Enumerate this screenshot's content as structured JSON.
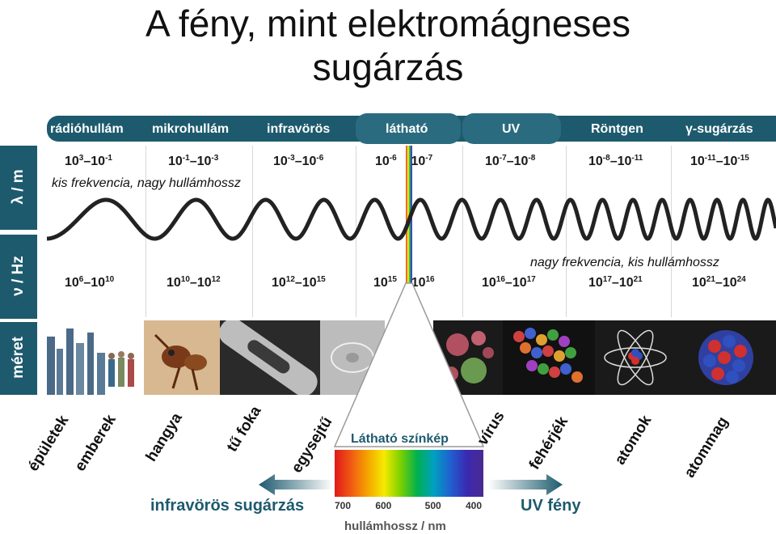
{
  "title": {
    "line1": "A fény, mint elektromágneses",
    "line2": "sugárzás"
  },
  "sidebar": {
    "wavelength_label": "λ / m",
    "frequency_label": "ν / Hz",
    "size_label": "méret"
  },
  "bands": [
    {
      "label": "rádióhullám"
    },
    {
      "label": "mikrohullám"
    },
    {
      "label": "infravörös"
    },
    {
      "label": "látható"
    },
    {
      "label": "UV"
    },
    {
      "label": "Röntgen"
    },
    {
      "label": "γ-sugárzás"
    }
  ],
  "wavelength_ranges": [
    {
      "a": "10",
      "ae": "3",
      "b": "10",
      "be": "-1"
    },
    {
      "a": "10",
      "ae": "-1",
      "b": "10",
      "be": "-3"
    },
    {
      "a": "10",
      "ae": "-3",
      "b": "10",
      "be": "-6"
    },
    {
      "a": "10",
      "ae": "-6",
      "b": "10",
      "be": "-7"
    },
    {
      "a": "10",
      "ae": "-7",
      "b": "10",
      "be": "-8"
    },
    {
      "a": "10",
      "ae": "-8",
      "b": "10",
      "be": "-11"
    },
    {
      "a": "10",
      "ae": "-11",
      "b": "10",
      "be": "-15"
    }
  ],
  "frequency_ranges": [
    {
      "a": "10",
      "ae": "6",
      "b": "10",
      "be": "10"
    },
    {
      "a": "10",
      "ae": "10",
      "b": "10",
      "be": "12"
    },
    {
      "a": "10",
      "ae": "12",
      "b": "10",
      "be": "15"
    },
    {
      "a": "10",
      "ae": "15",
      "b": "10",
      "be": "16"
    },
    {
      "a": "10",
      "ae": "16",
      "b": "10",
      "be": "17"
    },
    {
      "a": "10",
      "ae": "17",
      "b": "10",
      "be": "21"
    },
    {
      "a": "10",
      "ae": "21",
      "b": "10",
      "be": "24"
    }
  ],
  "notes": {
    "low": "kis frekvencia, nagy hullámhossz",
    "high": "nagy frekvencia, kis hullámhossz"
  },
  "size_examples": [
    {
      "label": "épületek"
    },
    {
      "label": "emberek"
    },
    {
      "label": "hangya"
    },
    {
      "label": "tű foka"
    },
    {
      "label": "egysejtű"
    },
    {
      "label": "vírus"
    },
    {
      "label": "fehérjék"
    },
    {
      "label": "atomok"
    },
    {
      "label": "atommag"
    }
  ],
  "spectrum": {
    "title": "Látható színkép",
    "ticks": [
      "700",
      "600",
      "500",
      "400"
    ],
    "tick_values": [
      700,
      600,
      500,
      400
    ],
    "axis_label": "hullámhossz / nm",
    "left_arrow": "infravörös sugárzás",
    "right_arrow": "UV fény"
  },
  "colors": {
    "accent": "#1d5a6e",
    "wave": "#222222"
  }
}
